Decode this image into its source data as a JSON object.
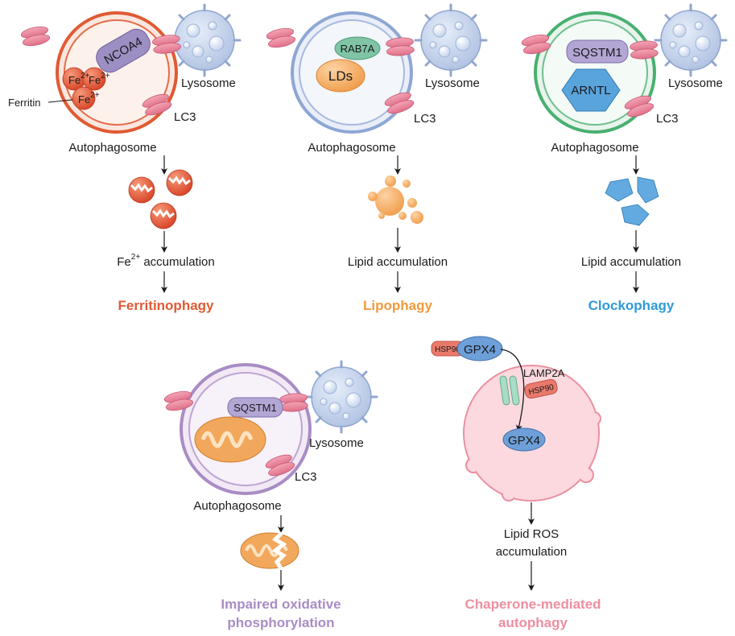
{
  "colors": {
    "ferritinophagy": "#e05a33",
    "lipophagy": "#f19a3e",
    "clockophagy": "#2f9bd6",
    "oxphos": "#a98cc4",
    "cma": "#ee8fa0",
    "lc3": "#e8768f",
    "lysosome": "#b7c8e6"
  },
  "panels": {
    "ferritinophagy": {
      "adaptor": "NCOA4",
      "cargo_label": "Ferritin",
      "fe_ion": "Fe",
      "fe_charge": "2+",
      "lysosome": "Lysosome",
      "lc3": "LC3",
      "autophagosome": "Autophagosome",
      "result_prefix": "Fe",
      "result_sup": "2+",
      "result_suffix": " accumulation",
      "title": "Ferritinophagy"
    },
    "lipophagy": {
      "adaptor": "RAB7A",
      "cargo_label": "LDs",
      "lysosome": "Lysosome",
      "lc3": "LC3",
      "autophagosome": "Autophagosome",
      "result": "Lipid accumulation",
      "title": "Lipophagy"
    },
    "clockophagy": {
      "adaptor": "SQSTM1",
      "cargo_label": "ARNTL",
      "lysosome": "Lysosome",
      "lc3": "LC3",
      "autophagosome": "Autophagosome",
      "result": "Lipid accumulation",
      "title": "Clockophagy"
    },
    "oxphos": {
      "adaptor": "SQSTM1",
      "lysosome": "Lysosome",
      "lc3": "LC3",
      "autophagosome": "Autophagosome",
      "title_line1": "Impaired oxidative",
      "title_line2": "phosphorylation"
    },
    "cma": {
      "chaperone": "HSP90",
      "substrate": "GPX4",
      "receptor": "LAMP2A",
      "chaperone2": "HSP90",
      "substrate_in": "GPX4",
      "result_line1": "Lipid ROS",
      "result_line2": "accumulation",
      "title_line1": "Chaperone-mediated",
      "title_line2": "autophagy"
    }
  }
}
